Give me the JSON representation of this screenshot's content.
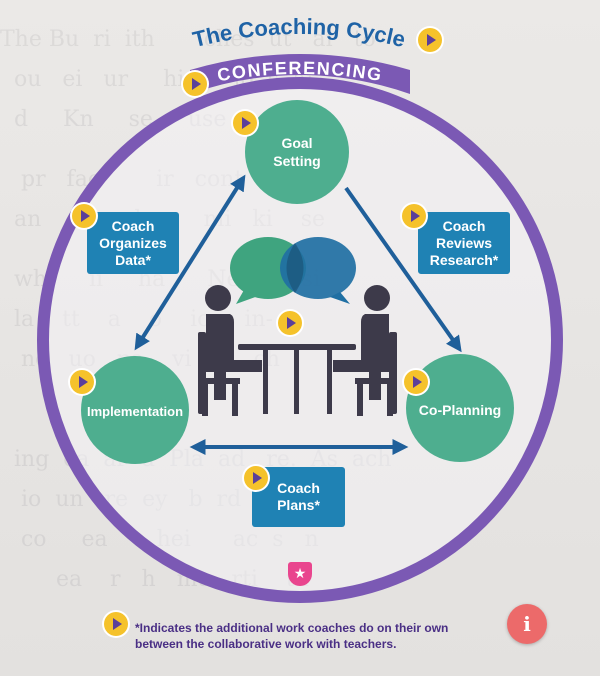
{
  "title": "The Coaching Cycle",
  "ring_label": "CONFERENCING",
  "nodes": {
    "goal_setting": "Goal Setting",
    "implementation": "Implementation",
    "co_planning": "Co-Planning"
  },
  "boxes": {
    "organizes": [
      "Coach",
      "Organizes",
      "Data*"
    ],
    "reviews": [
      "Coach",
      "Reviews",
      "Research*"
    ],
    "plans": [
      "Coach",
      "Plans*"
    ]
  },
  "footnote": "*Indicates the additional work coaches do on their own between the collaborative work with teachers.",
  "info_label": "i",
  "colors": {
    "ring": "#7b59b4",
    "node": "#4eae8f",
    "box": "#1f82b4",
    "arrow": "#1f5f9a",
    "title": "#1f63a6",
    "play": "#f5c22b",
    "info": "#ec6a6a"
  }
}
